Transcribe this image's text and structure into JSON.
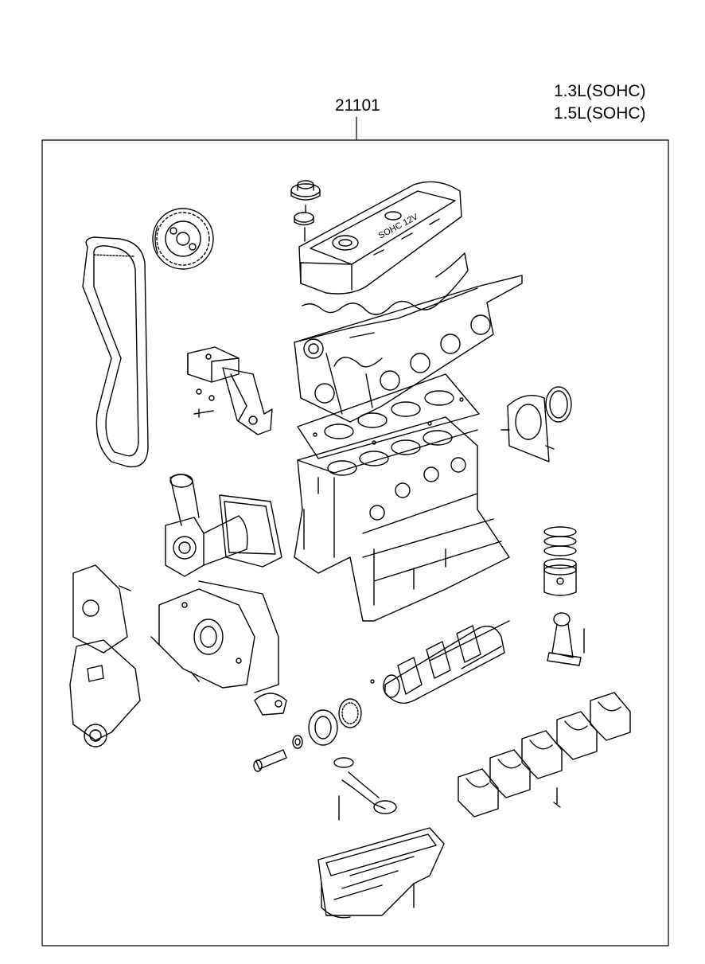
{
  "diagram": {
    "part_number": "21101",
    "engine_variants": [
      "1.3L(SOHC)",
      "1.5L(SOHC)"
    ],
    "cover_text": "SOHC 12V"
  },
  "parts": [
    "oil-filler-cap",
    "cylinder-head-cover",
    "camshaft-sprocket",
    "timing-belt",
    "engine-mount-bracket",
    "cylinder-head",
    "head-gasket",
    "cylinder-block",
    "rear-oil-seal-housing",
    "water-pump",
    "timing-belt-cover",
    "oil-pump-front-case",
    "crankshaft",
    "crankshaft-sprocket",
    "crankshaft-pulley-bolt",
    "pistons-rings",
    "connecting-rod",
    "main-bearing-caps",
    "oil-strainer",
    "oil-pan"
  ]
}
